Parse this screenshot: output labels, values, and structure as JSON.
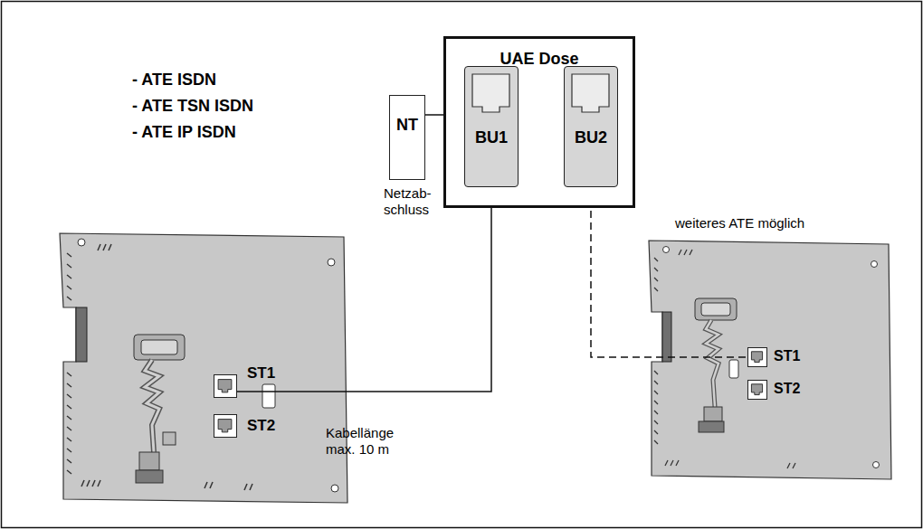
{
  "diagram": {
    "nodes": [
      {
        "text": [
          "NT"
        ]
      },
      {
        "text": [
          "UAE Dose"
        ]
      },
      {
        "text": [
          "BU1"
        ],
        "in": 1
      },
      {
        "text": [
          "BU2"
        ],
        "in": 1
      },
      {
        "text": [
          "ST1"
        ]
      },
      {
        "text": [
          "ST2"
        ]
      },
      {
        "text": [
          "ST1"
        ]
      },
      {
        "text": [
          "ST2"
        ]
      }
    ],
    "edges": [
      {
        "from": 0,
        "to": 1,
        "arrow": "none"
      },
      {
        "from": 2,
        "to": 4,
        "arrow": "none"
      },
      {
        "from": 3,
        "to": 6,
        "arrow": "none"
      }
    ],
    "labels": [
      "- ATE ISDN",
      "- ATE TSN ISDN",
      "- ATE IP ISDN",
      "Netzab- schluss",
      "weiteres ATE möglich",
      "Kabellänge max. 10 m"
    ]
  }
}
